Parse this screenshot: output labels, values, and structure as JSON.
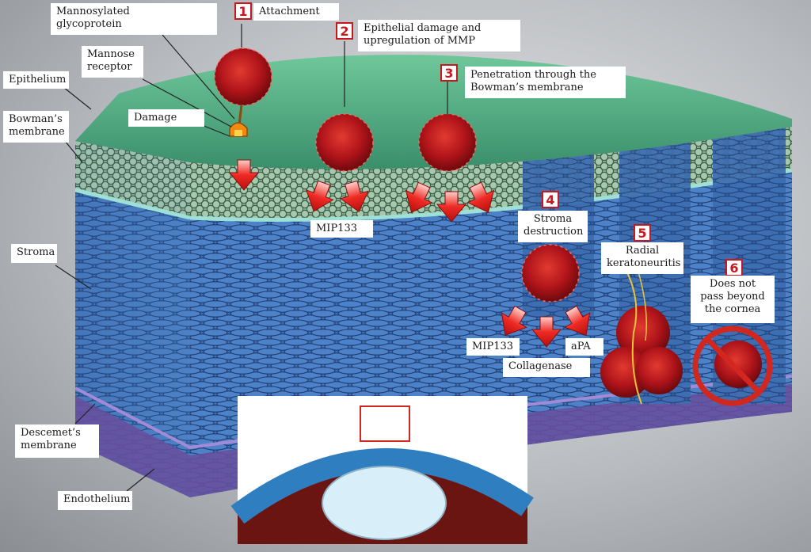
{
  "labels": {
    "mannosylated_glycoprotein": "Mannosylated\nglycoprotein",
    "mannose_receptor": "Mannose\nreceptor",
    "epithelium": "Epithelium",
    "bowmans_membrane": "Bowman’s\nmembrane",
    "damage": "Damage",
    "stroma": "Stroma",
    "descemets_membrane": "Descemet’s\nmembrane",
    "endothelium": "Endothelium",
    "mip133_left": "MIP133",
    "mip133_right": "MIP133",
    "collagenase": "Collagenase",
    "apa": "aPA"
  },
  "steps": [
    {
      "number": "1",
      "text": "Attachment"
    },
    {
      "number": "2",
      "text": "Epithelial damage and\nupregulation of MMP"
    },
    {
      "number": "3",
      "text": "Penetration through the\nBowman’s membrane"
    },
    {
      "number": "4",
      "text": "Stroma\ndestruction"
    },
    {
      "number": "5",
      "text": "Radial\nkeratoneuritis"
    },
    {
      "number": "6",
      "text": "Does not\npass beyond\nthe cornea"
    }
  ],
  "colors": {
    "accent_red": "#c8181e",
    "stroma_blue": "#3e6fb5",
    "epithelium_green": "#7fa88a",
    "surface_green": "#4fa27b",
    "endothelium_purple": "#6a4f9e",
    "organism_red": "#b0141a"
  }
}
